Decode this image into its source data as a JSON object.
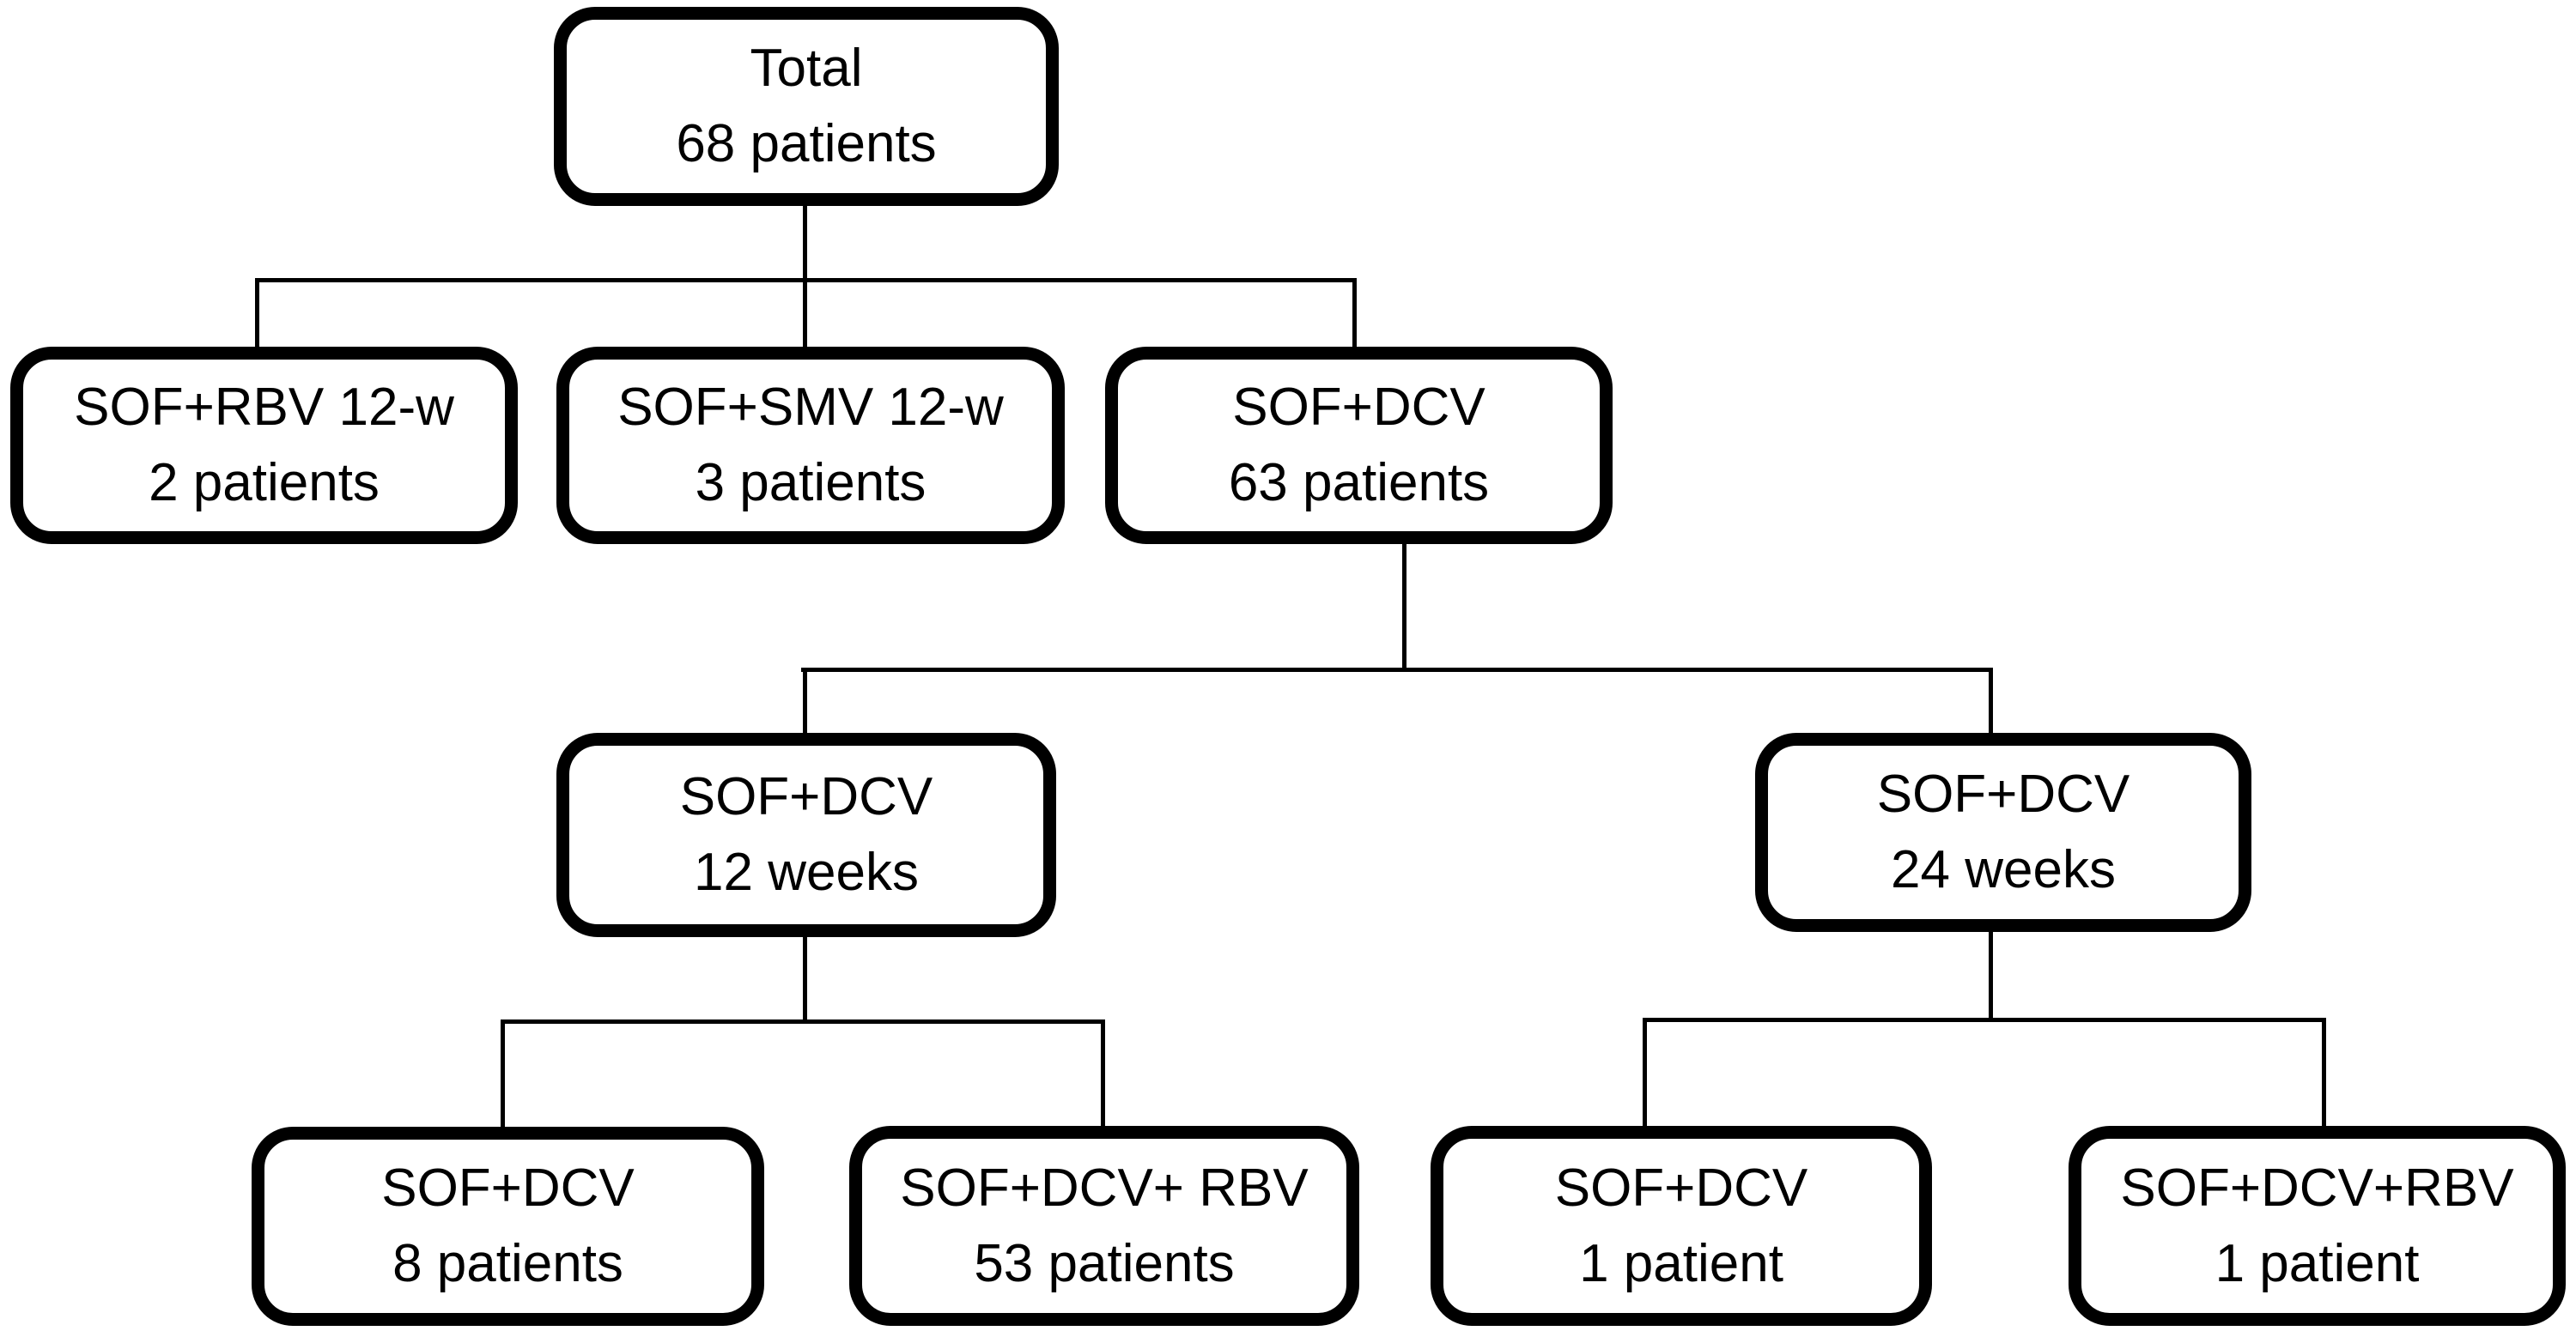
{
  "diagram": {
    "type": "flowchart",
    "colors": {
      "background": "#ffffff",
      "box_border": "#000000",
      "text": "#000000",
      "connector": "#000000"
    },
    "nodes": {
      "total": {
        "line1": "Total",
        "line2": "68 patients"
      },
      "sof_rbv": {
        "line1": "SOF+RBV 12-w",
        "line2": "2 patients"
      },
      "sof_smv": {
        "line1": "SOF+SMV 12-w",
        "line2": "3 patients"
      },
      "sof_dcv": {
        "line1": "SOF+DCV",
        "line2": "63 patients"
      },
      "dcv_12w": {
        "line1": "SOF+DCV",
        "line2": "12 weeks"
      },
      "dcv_24w": {
        "line1": "SOF+DCV",
        "line2": "24 weeks"
      },
      "dcv_8": {
        "line1": "SOF+DCV",
        "line2": "8 patients"
      },
      "dcv_rbv_53": {
        "line1": "SOF+DCV+ RBV",
        "line2": "53 patients"
      },
      "dcv_1": {
        "line1": "SOF+DCV",
        "line2": "1 patient"
      },
      "dcv_rbv_1": {
        "line1": "SOF+DCV+RBV",
        "line2": "1 patient"
      }
    },
    "edges": [
      {
        "from": "total",
        "to": "sof_rbv"
      },
      {
        "from": "total",
        "to": "sof_smv"
      },
      {
        "from": "total",
        "to": "sof_dcv"
      },
      {
        "from": "sof_dcv",
        "to": "dcv_12w"
      },
      {
        "from": "sof_dcv",
        "to": "dcv_24w"
      },
      {
        "from": "dcv_12w",
        "to": "dcv_8"
      },
      {
        "from": "dcv_12w",
        "to": "dcv_rbv_53"
      },
      {
        "from": "dcv_24w",
        "to": "dcv_1"
      },
      {
        "from": "dcv_24w",
        "to": "dcv_rbv_1"
      }
    ]
  }
}
